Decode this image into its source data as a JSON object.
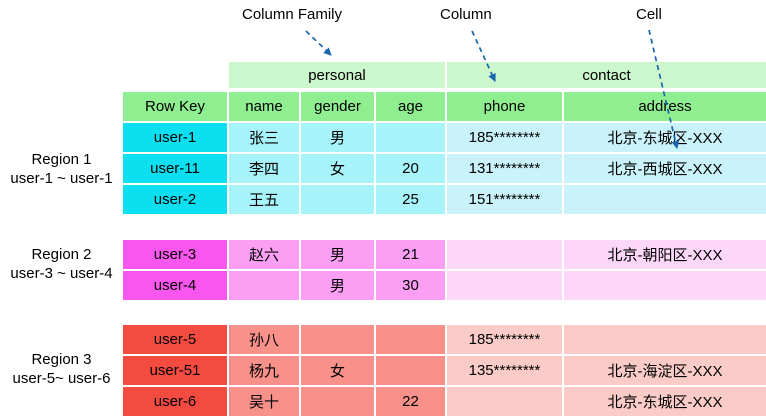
{
  "annotations": {
    "column_family": "Column Family",
    "column": "Column",
    "cell": "Cell"
  },
  "table": {
    "column_families": [
      "personal",
      "contact"
    ],
    "headers": [
      "Row Key",
      "name",
      "gender",
      "age",
      "phone",
      "address"
    ]
  },
  "regions": [
    {
      "name": "Region 1",
      "range": "user-1 ~ user-1",
      "rows": [
        {
          "cells": [
            "user-1",
            "张三",
            "男",
            "",
            "185********",
            "北京-东城区-XXX"
          ]
        },
        {
          "cells": [
            "user-11",
            "李四",
            "女",
            "20",
            "131********",
            "北京-西城区-XXX"
          ]
        },
        {
          "cells": [
            "user-2",
            "王五",
            "",
            "25",
            "151********",
            ""
          ]
        }
      ]
    },
    {
      "name": "Region 2",
      "range": "user-3 ~ user-4",
      "rows": [
        {
          "cells": [
            "user-3",
            "赵六",
            "男",
            "21",
            "",
            "北京-朝阳区-XXX"
          ]
        },
        {
          "cells": [
            "user-4",
            "",
            "男",
            "30",
            "",
            ""
          ]
        }
      ]
    },
    {
      "name": "Region 3",
      "range": "user-5~ user-6",
      "rows": [
        {
          "cells": [
            "user-5",
            "孙八",
            "",
            "",
            "185********",
            ""
          ]
        },
        {
          "cells": [
            "user-51",
            "杨九",
            "女",
            "",
            "135********",
            "北京-海淀区-XXX"
          ]
        },
        {
          "cells": [
            "user-6",
            "吴十",
            "",
            "22",
            "",
            "北京-东城区-XXX"
          ]
        }
      ]
    }
  ],
  "colors": {
    "family_header_bg": "#ccf6cb",
    "column_header_bg": "#8fee8f",
    "region1_rowkey_bg": "#0cdff0",
    "region1_personal_bg": "#a6f3fa",
    "region1_contact_bg": "#c9f2fa",
    "region2_rowkey_bg": "#f955ef",
    "region2_personal_bg": "#fb9ff5",
    "region2_contact_bg": "#fdd7fa",
    "region3_rowkey_bg": "#f44b41",
    "region3_personal_bg": "#f7918a",
    "region3_contact_bg": "#fbccc7",
    "arrow_color": "#1a66ae"
  }
}
